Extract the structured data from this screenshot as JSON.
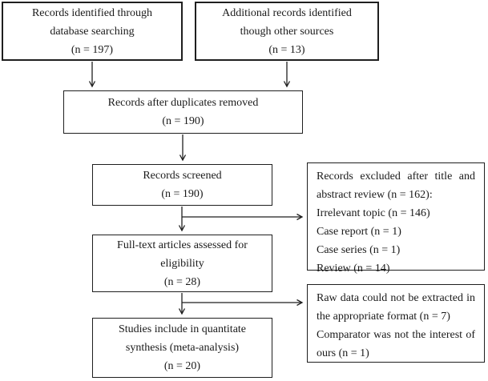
{
  "diagram_type": "prisma-flowchart",
  "colors": {
    "background": "#ffffff",
    "border": "#1f1f1f",
    "text": "#1a1a1a",
    "arrow": "#1f1f1f"
  },
  "boxes": {
    "identified": {
      "lines": [
        "Records identified through",
        "database searching",
        "(n = 197)"
      ]
    },
    "additional": {
      "lines": [
        "Additional records identified",
        "though other sources",
        "(n = 13)"
      ]
    },
    "duplicates_removed": {
      "lines": [
        "Records after duplicates removed",
        "(n = 190)"
      ]
    },
    "screened": {
      "lines": [
        "Records screened",
        "(n = 190)"
      ]
    },
    "fulltext": {
      "lines": [
        "Full-text articles assessed for",
        "eligibility",
        "(n = 28)"
      ]
    },
    "included": {
      "lines": [
        "Studies include in quantitate",
        "synthesis (meta-analysis)",
        "(n = 20)"
      ]
    },
    "excluded_screening": {
      "items": [
        "Records excluded after title and abstract review (n = 162):",
        "Irrelevant topic (n = 146)",
        "Case report (n = 1)",
        "Case series (n = 1)",
        "Review (n = 14)"
      ]
    },
    "excluded_fulltext": {
      "items": [
        "Raw data could not be extracted in the appropriate format (n = 7)",
        "Comparator was not the interest of ours (n = 1)"
      ]
    }
  }
}
